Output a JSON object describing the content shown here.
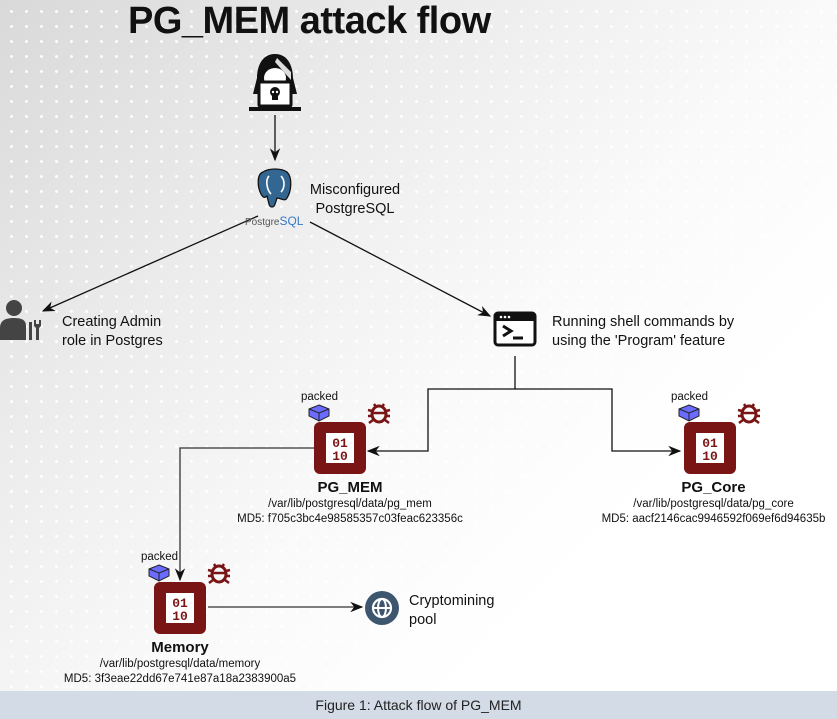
{
  "title": "PG_MEM attack flow",
  "nodes": {
    "attacker": {
      "icon": "hacker-icon"
    },
    "postgres": {
      "icon": "postgresql-logo",
      "logo_text_a": "Postgre",
      "logo_text_b": "SQL",
      "label_line1": "Misconfigured",
      "label_line2": "PostgreSQL"
    },
    "admin": {
      "icon": "admin-user-tools-icon",
      "label_line1": "Creating Admin",
      "label_line2": "role in Postgres"
    },
    "shell": {
      "icon": "terminal-icon",
      "label_line1": "Running shell commands by",
      "label_line2": "using the 'Program' feature"
    },
    "pg_mem": {
      "badge": "packed",
      "name": "PG_MEM",
      "path": "/var/lib/postgresql/data/pg_mem",
      "md5": "MD5: f705c3bc4e98585357c03feac623356c"
    },
    "pg_core": {
      "badge": "packed",
      "name": "PG_Core",
      "path": "/var/lib/postgresql/data/pg_core",
      "md5": "MD5: aacf2146cac9946592f069ef6d94635b"
    },
    "memory": {
      "badge": "packed",
      "name": "Memory",
      "path": "/var/lib/postgresql/data/memory",
      "md5": "MD5: 3f3eae22dd67e741e87a18a2383900a5"
    },
    "pool": {
      "icon": "globe-icon",
      "label_line1": "Cryptomining",
      "label_line2": "pool"
    }
  },
  "colors": {
    "binary": "#7a1515",
    "bug": "#7a1515",
    "packed": "#6b6bff",
    "globe": "#3d566e",
    "postgres": "#336791",
    "caption_bg": "#d3dbe6"
  },
  "caption": "Figure 1: Attack flow of PG_MEM"
}
